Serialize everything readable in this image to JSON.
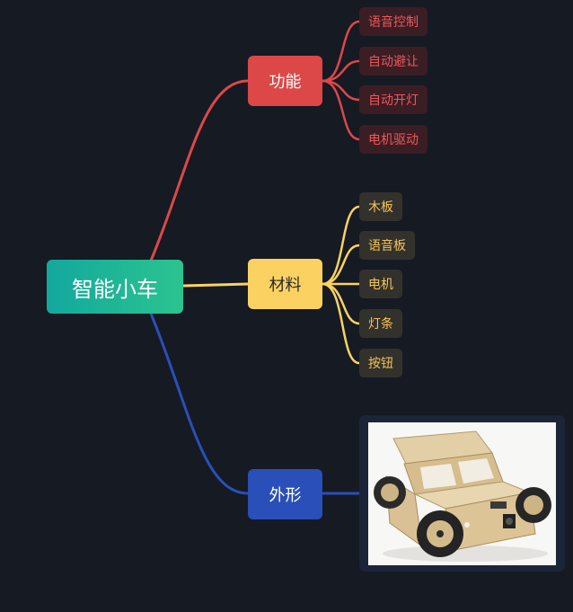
{
  "root": {
    "label": "智能小车"
  },
  "branches": [
    {
      "label": "功能",
      "color": "#dc4848",
      "children": [
        "语音控制",
        "自动避让",
        "自动开灯",
        "电机驱动"
      ]
    },
    {
      "label": "材料",
      "color": "#fbd262",
      "children": [
        "木板",
        "语音板",
        "电机",
        "灯条",
        "按钮"
      ]
    },
    {
      "label": "外形",
      "color": "#2a4fb8",
      "children": []
    }
  ],
  "colors": {
    "background": "#151a23",
    "root_start": "#13a89e",
    "root_end": "#2bc48f"
  },
  "image": {
    "icon": "wooden-car-kit-photo"
  }
}
